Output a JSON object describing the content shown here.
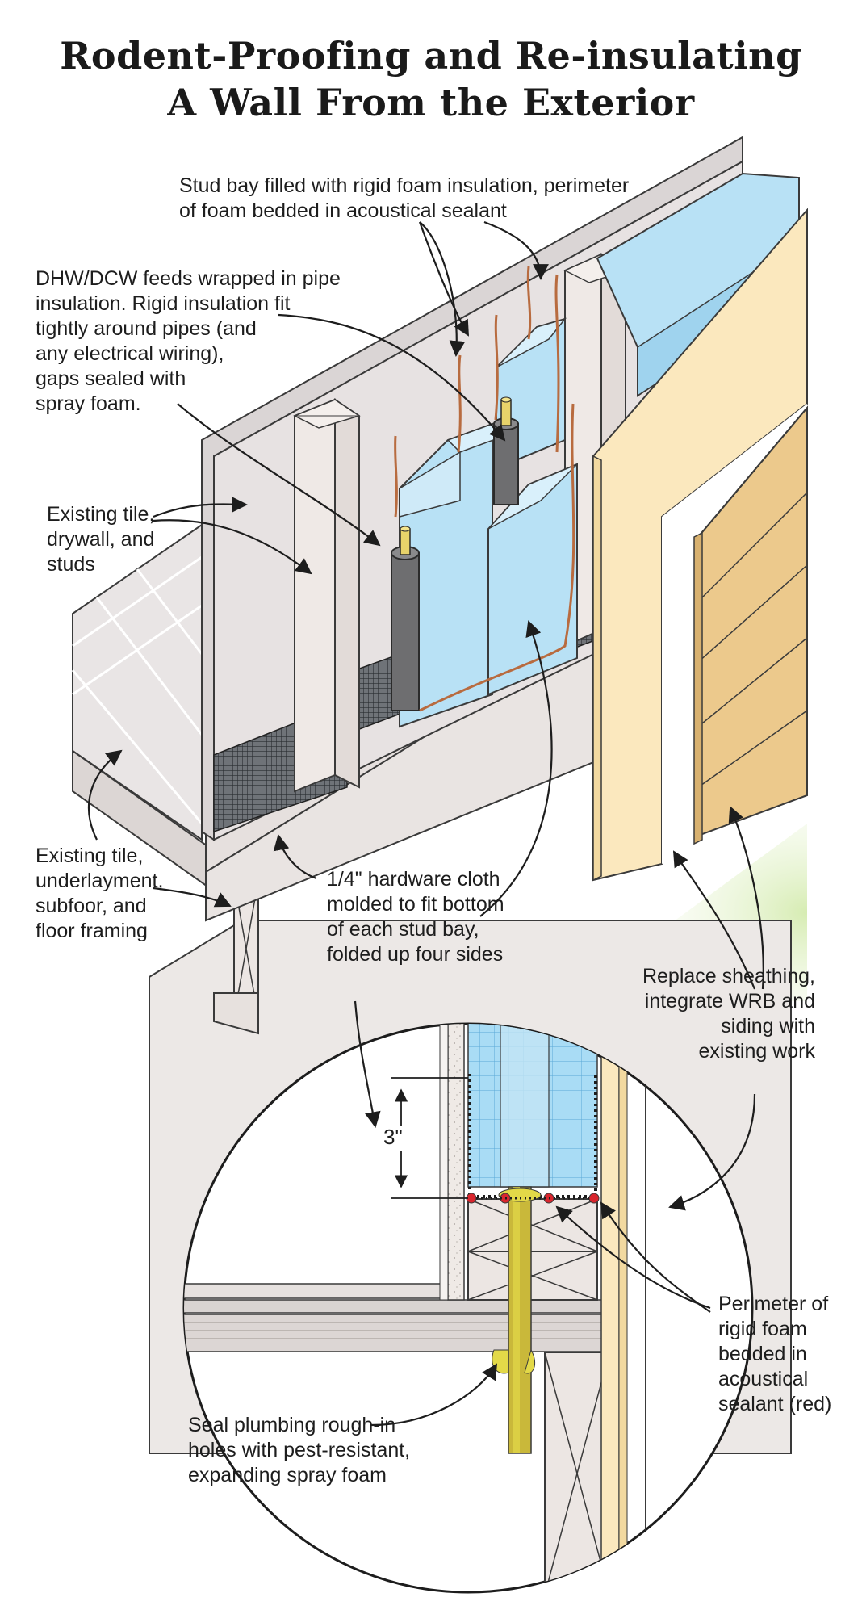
{
  "title": {
    "line1": "Rodent-Proofing and Re-insulating",
    "line2": "A Wall From the Exterior"
  },
  "callouts": {
    "stud_bay": [
      "Stud bay filled with rigid foam insulation, perimeter",
      "of foam bedded in acoustical sealant"
    ],
    "dhw_dcw": [
      "DHW/DCW feeds wrapped in pipe",
      "insulation. Rigid insulation fit",
      "tightly around pipes (and",
      "any electrical wiring),",
      "gaps sealed with",
      "spray foam."
    ],
    "existing_tile_drywall": [
      "Existing tile,",
      "drywall, and",
      "studs"
    ],
    "existing_tile_floor": [
      "Existing tile,",
      "underlayment,",
      "subfoor, and",
      "floor framing"
    ],
    "hardware_cloth": [
      "hardware cloth",
      "molded to fit bottom",
      "of each stud bay,",
      "folded up four sides"
    ],
    "hardware_cloth_size": "1/4\"",
    "replace_sheathing": [
      "Replace sheathing,",
      "integrate WRB and",
      "siding with",
      "existing work"
    ],
    "perimeter_foam": [
      "Perimeter of",
      "rigid foam",
      "bedded in",
      "acoustical",
      "sealant (red)"
    ],
    "seal_plumbing": [
      "Seal plumbing rough-in",
      "holes with pest-resistant,",
      "expanding spray foam"
    ],
    "dimension": "3\""
  },
  "colors": {
    "foam": "#b8e1f5",
    "foam_dark": "#8ccbe9",
    "drywall": "#e8e3e3",
    "stud": "#ece6e3",
    "sheathing": "#fbe8be",
    "siding": "#ecc98c",
    "pipe": "#6e6e70",
    "sealant": "#d9262e",
    "spray_foam": "#e3d948",
    "grass": "#d6ecb2",
    "outline": "#2b2b2b"
  }
}
